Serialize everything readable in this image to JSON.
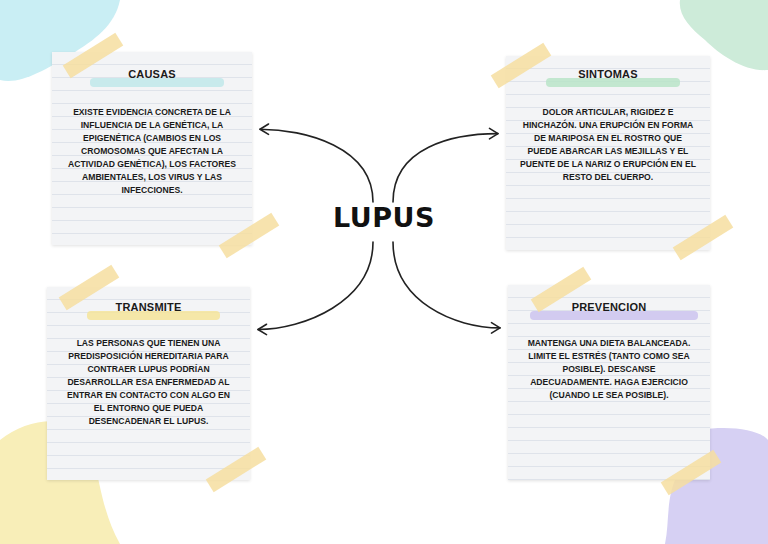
{
  "diagram": {
    "nodes": [
      {
        "text": [
          "CAUSAS",
          "EXISTE EVIDENCIA CONCRETA DE LA INFLUENCIA DE LA GENÉTICA, LA EPIGENÉTICA (CAMBIOS EN LOS CROMOSOMAS QUE AFECTAN LA ACTIVIDAD GENÉTICA), LOS FACTORES AMBIENTALES, LOS VIRUS Y LAS INFECCIONES."
        ]
      },
      {
        "text": [
          "SINTOMAS",
          "DOLOR ARTICULAR, RIGIDEZ E HINCHAZÓN. UNA ERUPCIÓN EN FORMA DE MARIPOSA EN EL ROSTRO QUE PUEDE ABARCAR LAS MEJILLAS Y EL PUENTE DE LA NARIZ O ERUPCIÓN EN EL RESTO DEL CUERPO."
        ]
      },
      {
        "text": [
          "LUPUS"
        ]
      },
      {
        "text": [
          "TRANSMITE",
          "LAS PERSONAS QUE TIENEN UNA PREDISPOSICIÓN HEREDITARIA PARA CONTRAER LUPUS PODRÍAN DESARROLLAR ESA ENFERMEDAD AL ENTRAR EN CONTACTO CON ALGO EN EL ENTORNO QUE PUEDA DESENCADENAR EL LUPUS."
        ]
      },
      {
        "text": [
          "PREVENCION",
          "MANTENGA UNA DIETA BALANCEADA. LIMITE EL ESTRÉS (TANTO COMO SEA POSIBLE). DESCANSE ADECUADAMENTE. HAGA EJERCICIO (CUANDO LE SEA POSIBLE)."
        ]
      }
    ],
    "edges": [
      {
        "from": 2,
        "to": 0,
        "arrow": "to"
      },
      {
        "from": 2,
        "to": 1,
        "arrow": "to"
      },
      {
        "from": 2,
        "to": 3,
        "arrow": "to"
      },
      {
        "from": 2,
        "to": 4,
        "arrow": "to"
      }
    ]
  }
}
